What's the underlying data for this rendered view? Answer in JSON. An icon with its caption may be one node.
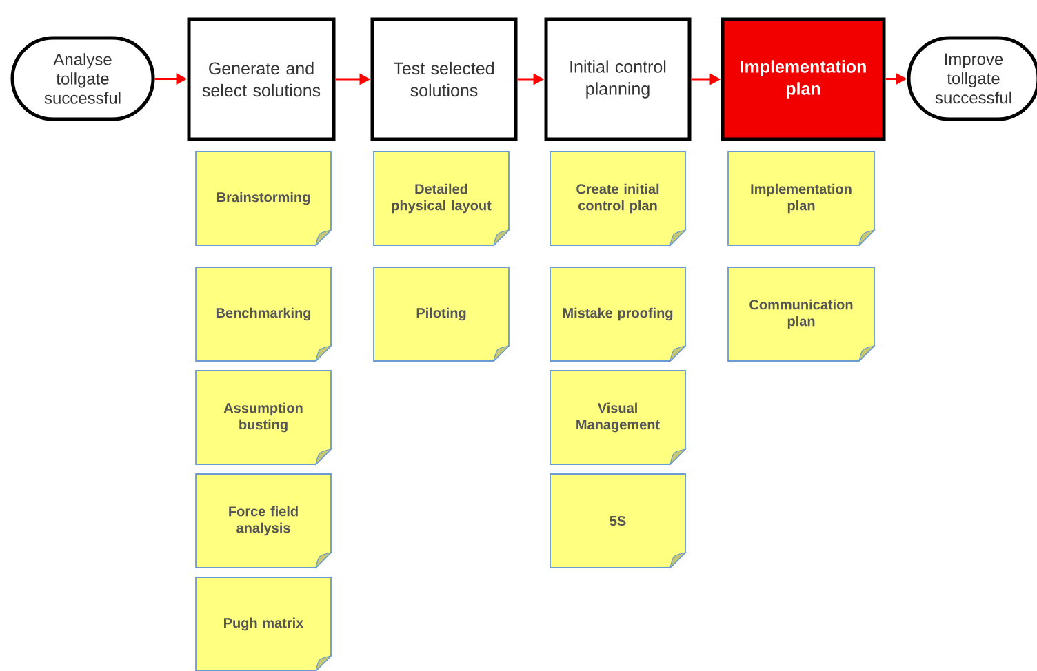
{
  "diagram": {
    "nodes": [
      {
        "text": [
          "Analyse tollgate successful"
        ]
      },
      {
        "text": [
          "Generate and select solutions"
        ]
      },
      {
        "text": [
          "Test selected solutions"
        ]
      },
      {
        "text": [
          "Initial control planning"
        ]
      },
      {
        "text": [
          "Implementation plan"
        ]
      },
      {
        "text": [
          "Improve tollgate successful"
        ]
      },
      {
        "text": [
          "Brainstorming"
        ]
      },
      {
        "text": [
          "Benchmarking"
        ]
      },
      {
        "text": [
          "Assumption busting"
        ]
      },
      {
        "text": [
          "Force field analysis"
        ]
      },
      {
        "text": [
          "Pugh matrix"
        ]
      },
      {
        "text": [
          "Detailed physical layout"
        ]
      },
      {
        "text": [
          "Piloting"
        ]
      },
      {
        "text": [
          "Create initial control plan"
        ]
      },
      {
        "text": [
          "Mistake proofing"
        ]
      },
      {
        "text": [
          "Visual Management"
        ]
      },
      {
        "text": [
          "5S"
        ]
      },
      {
        "text": [
          "Implementation plan"
        ]
      },
      {
        "text": [
          "Communication plan"
        ]
      }
    ],
    "edges": [
      {
        "from": 0,
        "to": 1,
        "arrow": "to"
      },
      {
        "from": 1,
        "to": 2,
        "arrow": "to"
      },
      {
        "from": 2,
        "to": 3,
        "arrow": "to"
      },
      {
        "from": 3,
        "to": 4,
        "arrow": "to"
      },
      {
        "from": 4,
        "to": 5,
        "arrow": "to"
      }
    ]
  }
}
